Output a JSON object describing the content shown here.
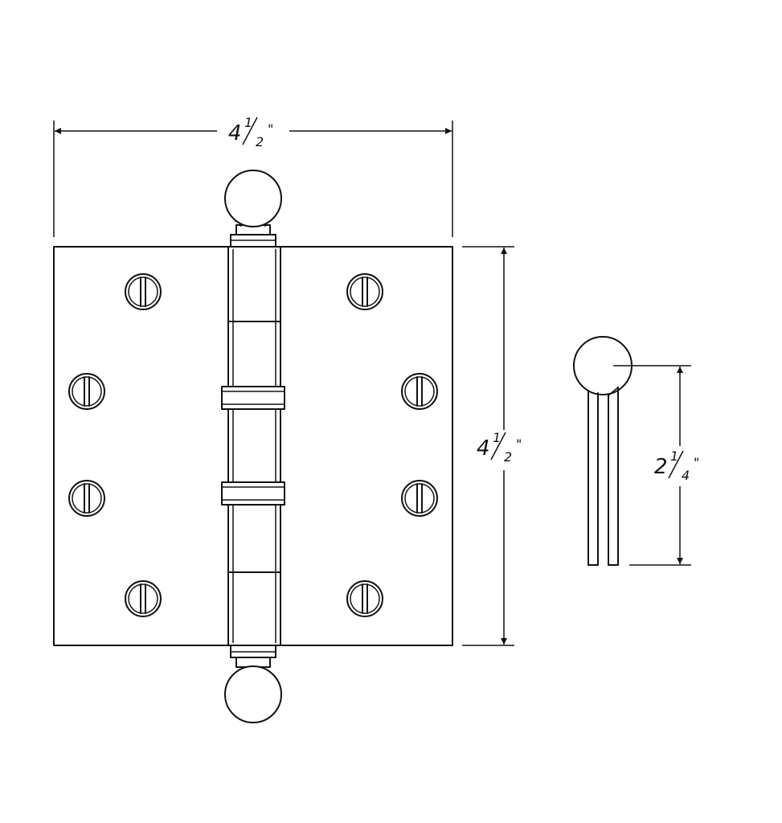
{
  "dimensions": {
    "width": {
      "whole": "4",
      "num": "1",
      "den": "2",
      "unit": "\""
    },
    "height": {
      "whole": "4",
      "num": "1",
      "den": "2",
      "unit": "\""
    },
    "leaf": {
      "whole": "2",
      "num": "1",
      "den": "4",
      "unit": "\""
    }
  }
}
